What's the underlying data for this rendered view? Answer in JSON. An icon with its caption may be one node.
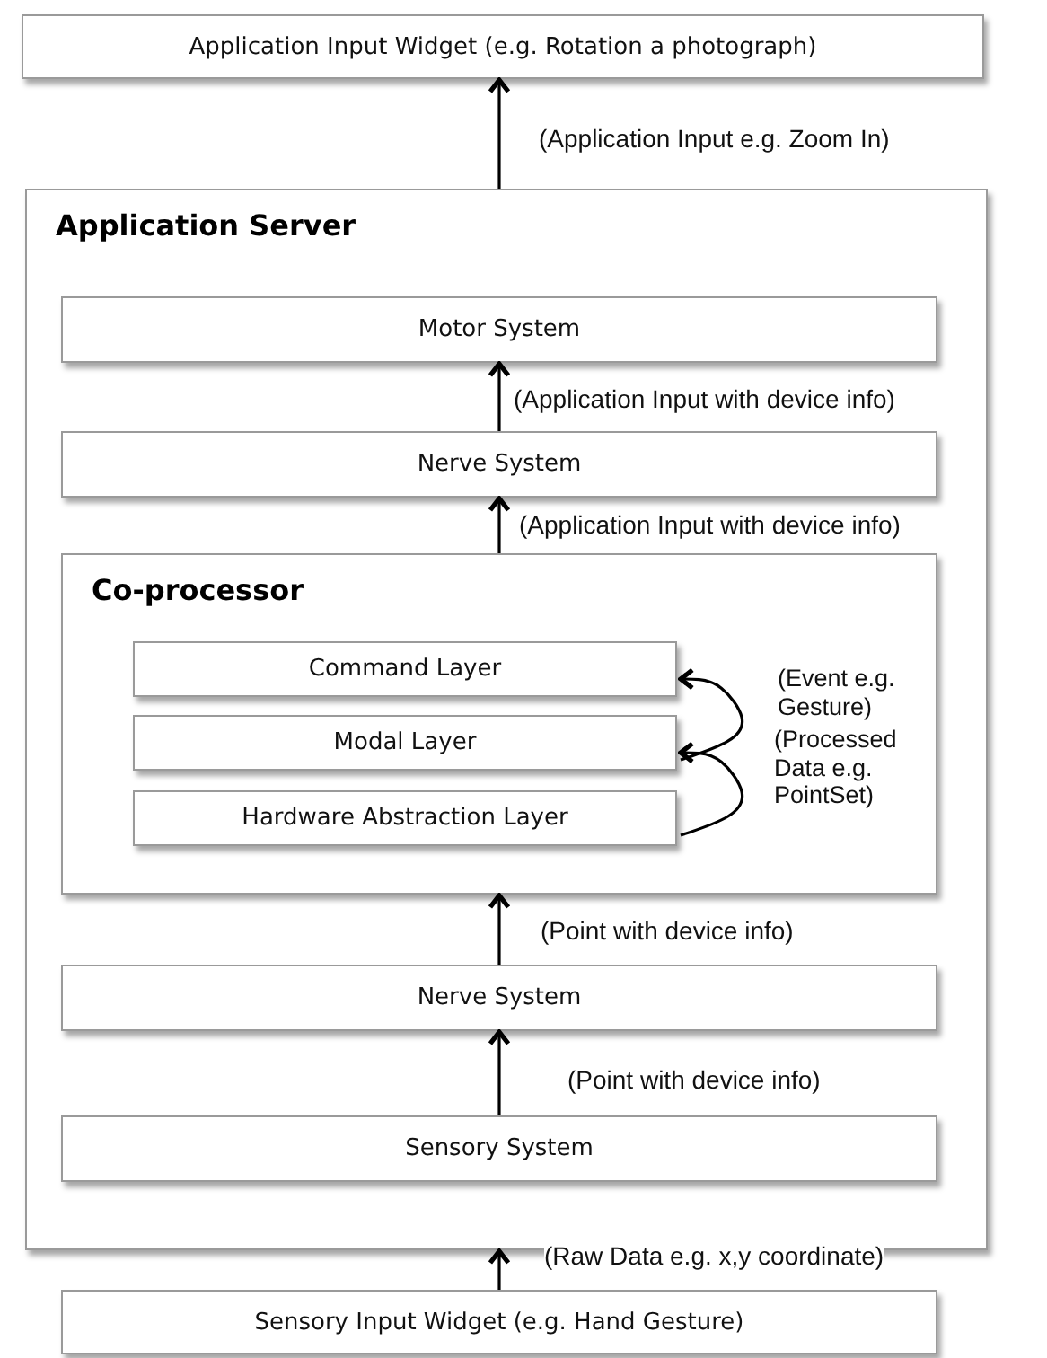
{
  "diagram": {
    "nodes": [
      {
        "text": [
          "Application Input Widget (e.g. Rotation a photograph)"
        ]
      },
      {
        "text": [
          "Application Server"
        ]
      },
      {
        "text": [
          "Motor System"
        ],
        "in": 1
      },
      {
        "text": [
          "Nerve System"
        ],
        "in": 1
      },
      {
        "text": [
          "Co-processor"
        ],
        "in": 1
      },
      {
        "text": [
          "Command Layer"
        ],
        "in": 4
      },
      {
        "text": [
          "Modal Layer"
        ],
        "in": 4
      },
      {
        "text": [
          "Hardware Abstraction Layer"
        ],
        "in": 4
      },
      {
        "text": [
          "Nerve System"
        ],
        "in": 1
      },
      {
        "text": [
          "Sensory System"
        ],
        "in": 1
      },
      {
        "text": [
          "Sensory Input Widget (e.g. Hand Gesture)"
        ]
      }
    ],
    "edges": [
      {
        "from": 1,
        "to": 0,
        "arrow": "to",
        "label": "(Application Input e.g. Zoom In)"
      },
      {
        "from": 3,
        "to": 2,
        "arrow": "to",
        "label": "(Application Input with device info)"
      },
      {
        "from": 4,
        "to": 3,
        "arrow": "to",
        "label": "(Application Input with device info)"
      },
      {
        "from": 6,
        "to": 5,
        "arrow": "to",
        "label": "(Event e.g. Gesture)"
      },
      {
        "from": 7,
        "to": 6,
        "arrow": "to",
        "label": "(Processed Data e.g. PointSet)"
      },
      {
        "from": 8,
        "to": 4,
        "arrow": "to",
        "label": "(Point with device info)"
      },
      {
        "from": 9,
        "to": 8,
        "arrow": "to",
        "label": "(Point with device info)"
      },
      {
        "from": 10,
        "to": 1,
        "arrow": "to",
        "label": "(Raw Data e.g. x,y coordinate)"
      }
    ]
  }
}
